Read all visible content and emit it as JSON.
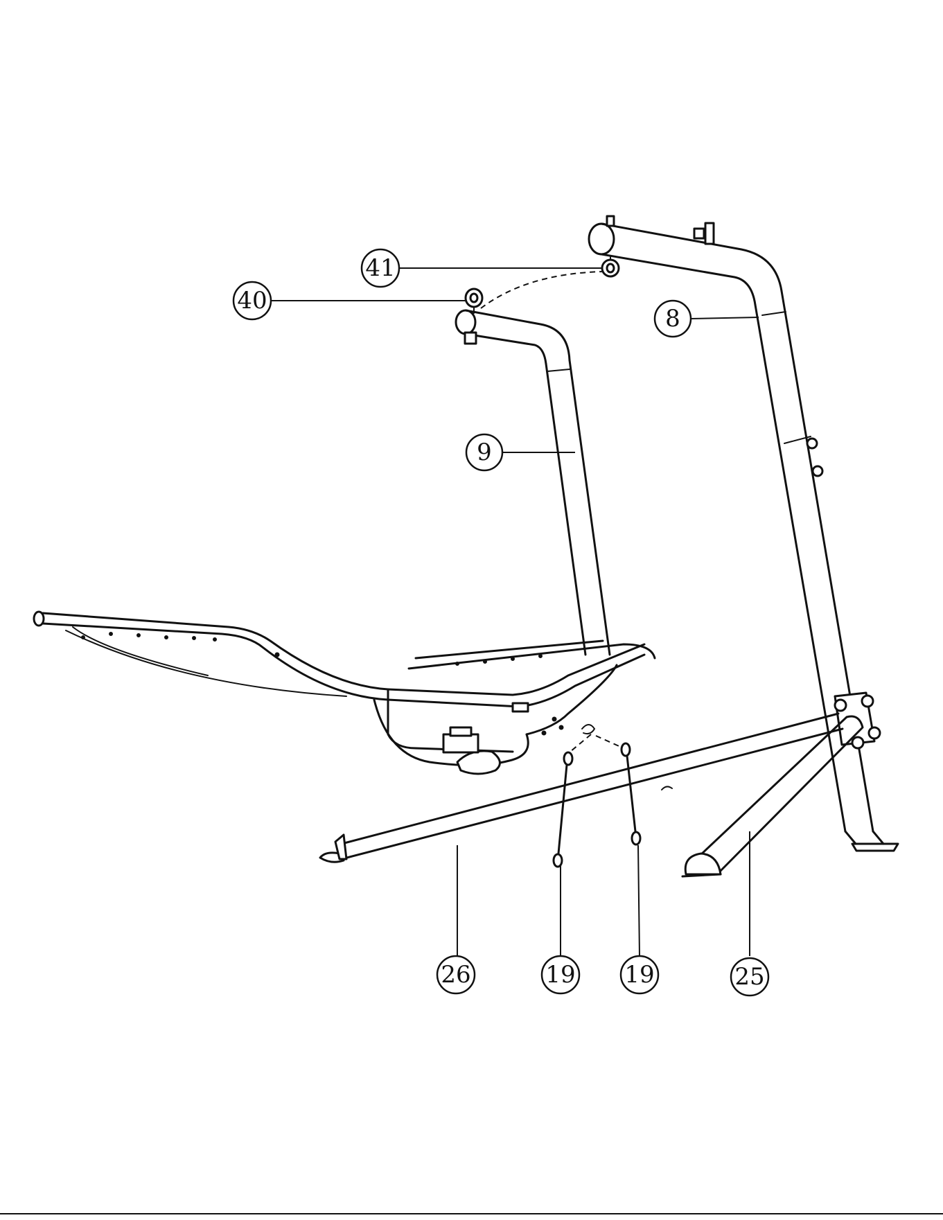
{
  "diagram": {
    "callouts": [
      {
        "id": "callout-41",
        "label": "41",
        "part": "eye-bolt-upper"
      },
      {
        "id": "callout-40",
        "label": "40",
        "part": "eye-bolt-lower"
      },
      {
        "id": "callout-8",
        "label": "8",
        "part": "main-upright-frame"
      },
      {
        "id": "callout-9",
        "label": "9",
        "part": "chair-hanger-arm"
      },
      {
        "id": "callout-26",
        "label": "26",
        "part": "base-long-leg"
      },
      {
        "id": "callout-19a",
        "label": "19",
        "part": "safety-chain-left"
      },
      {
        "id": "callout-19b",
        "label": "19",
        "part": "safety-chain-right"
      },
      {
        "id": "callout-25",
        "label": "25",
        "part": "base-short-leg"
      }
    ]
  }
}
